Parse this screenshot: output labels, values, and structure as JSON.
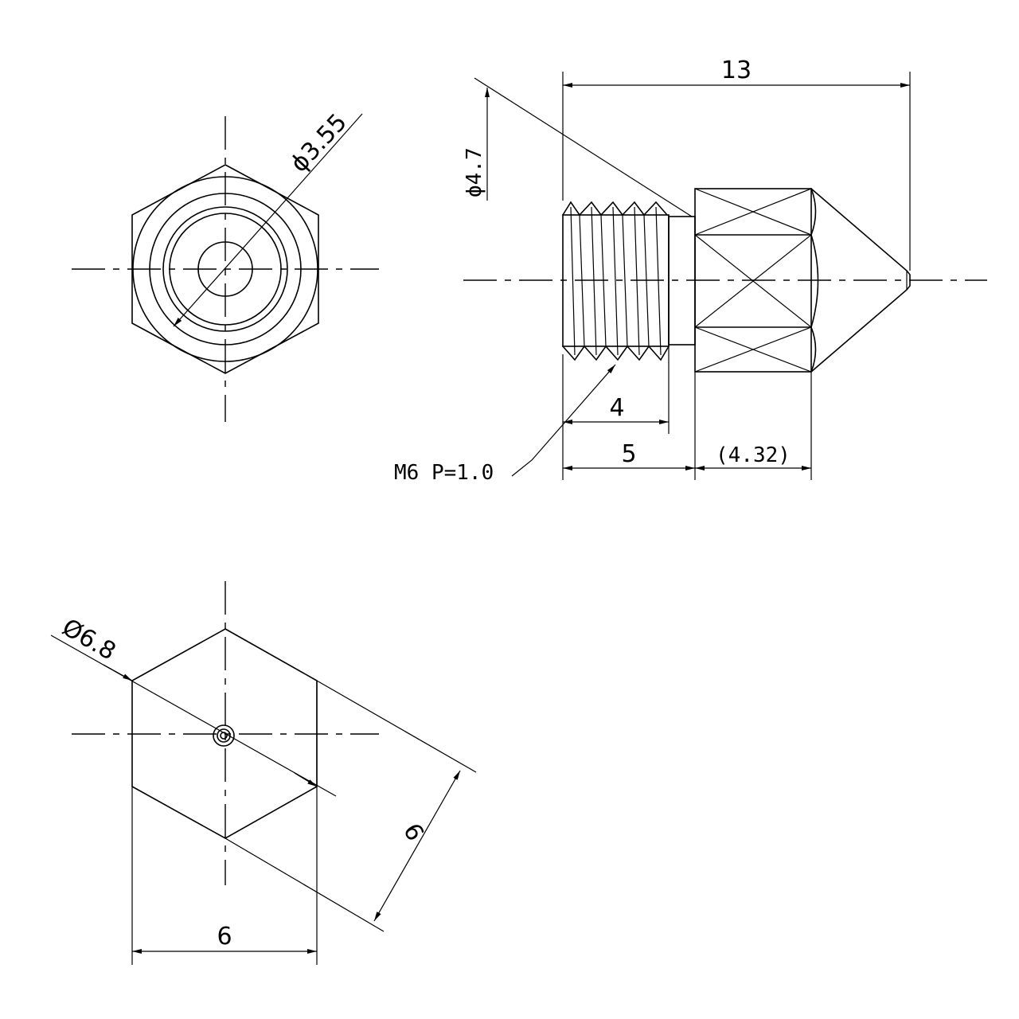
{
  "dimensions": {
    "front_hole_diameter": "ϕ3.55",
    "overall_length": "13",
    "cone_base_diameter": "ϕ4.7",
    "thread_length": "4",
    "shank_length": "5",
    "hex_length": "(4.32)",
    "thread_spec": "M6 P=1.0",
    "hex_corner_diameter": "Ø6.8",
    "hex_flat_width_diag": "6",
    "hex_flat_width_bottom": "6"
  },
  "colors": {
    "line": "#000000",
    "background": "#ffffff"
  }
}
